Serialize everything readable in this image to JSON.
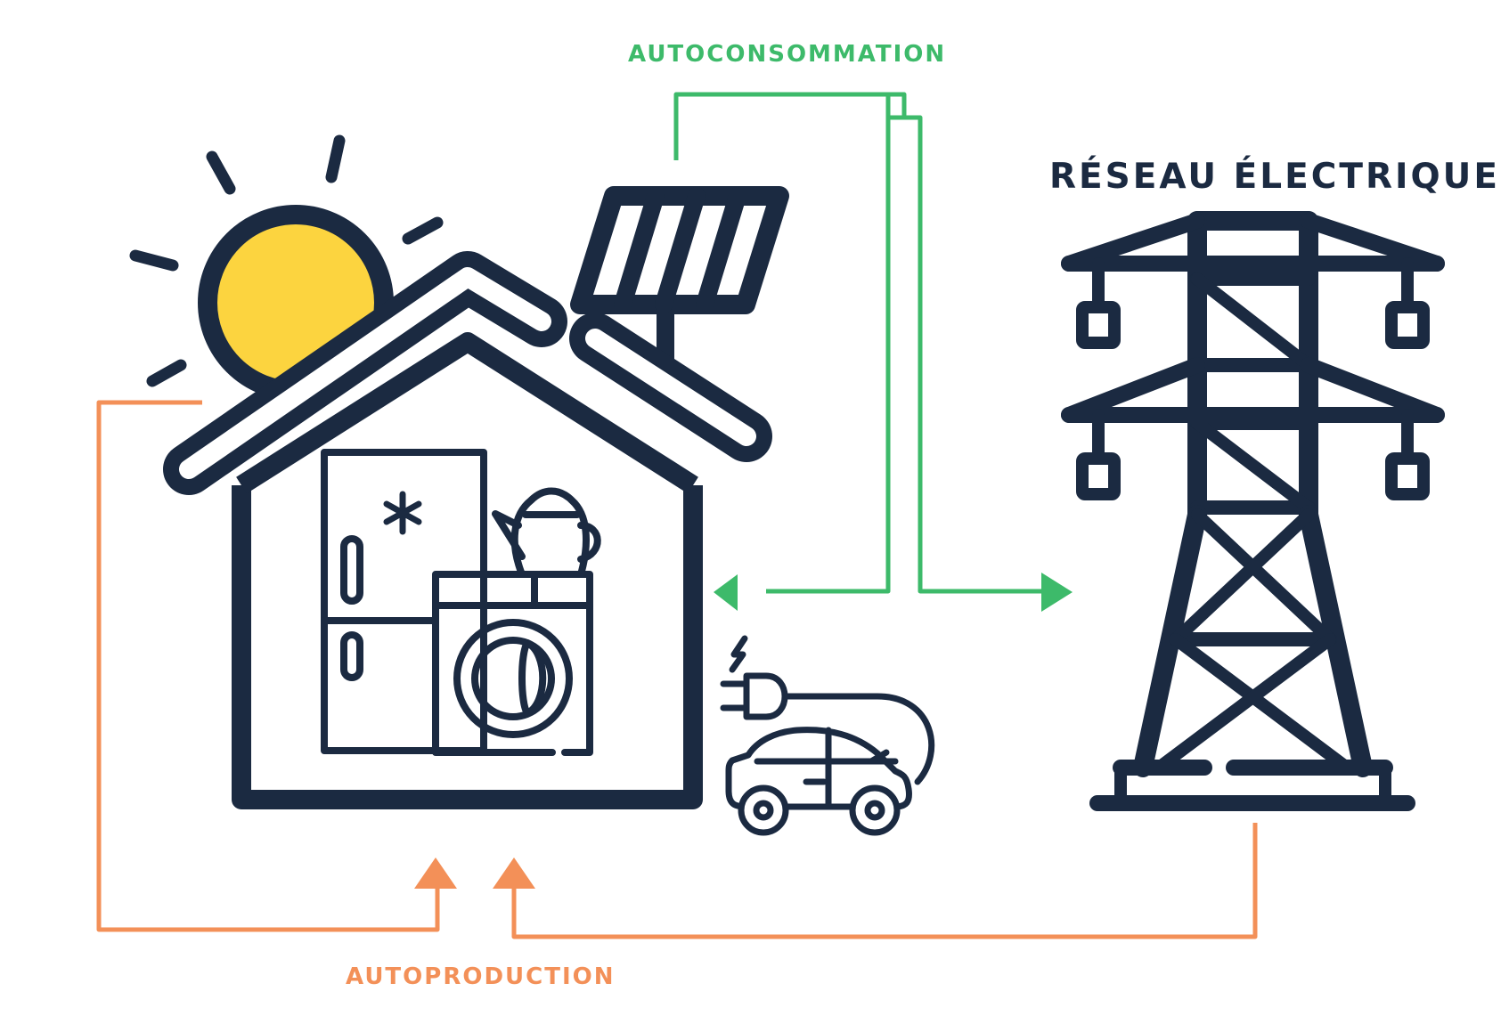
{
  "labels": {
    "autoconsommation": "AUTOCONSOMMATION",
    "reseau": "RÉSEAU ÉLECTRIQUE",
    "autoproduction": "AUTOPRODUCTION"
  },
  "icons": {
    "sun": "sun-icon",
    "solar_panel": "solar-panel-icon",
    "house": "house-icon",
    "fridge": "fridge-icon",
    "kettle": "kettle-icon",
    "washing_machine": "washing-machine-icon",
    "electric_car": "electric-car-icon",
    "pylon": "power-pylon-icon"
  },
  "colors": {
    "navy": "#1b2a41",
    "sun_yellow": "#fcd43f",
    "green": "#3dba6a",
    "orange": "#f39058"
  }
}
